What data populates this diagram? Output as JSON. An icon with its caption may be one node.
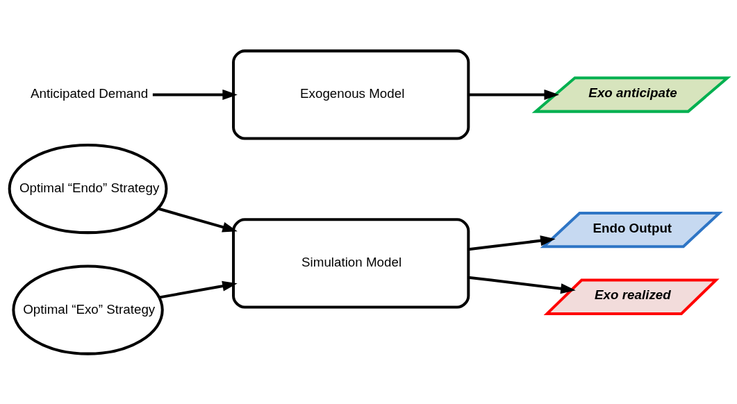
{
  "diagram": {
    "nodes": [
      {
        "text": [
          "Optimal “Endo” Strategy"
        ]
      },
      {
        "text": [
          "Optimal “Exo” Strategy"
        ]
      },
      {
        "text": [
          "Simulation Model"
        ]
      },
      {
        "text": [
          "Endo Output"
        ]
      },
      {
        "text": [
          "Exo realized"
        ]
      },
      {
        "text": [
          "Anticipated Demand"
        ]
      },
      {
        "text": [
          "Exogenous Model"
        ]
      },
      {
        "text": [
          "Exo anticipate"
        ]
      }
    ],
    "edges": [
      {
        "from": 0,
        "to": 2,
        "arrow": "to"
      },
      {
        "from": 1,
        "to": 2,
        "arrow": "to"
      },
      {
        "from": 2,
        "to": 3,
        "arrow": "to"
      },
      {
        "from": 2,
        "to": 4,
        "arrow": "to"
      },
      {
        "from": 5,
        "to": 6,
        "arrow": "to"
      },
      {
        "from": 6,
        "to": 7,
        "arrow": "to"
      }
    ]
  }
}
